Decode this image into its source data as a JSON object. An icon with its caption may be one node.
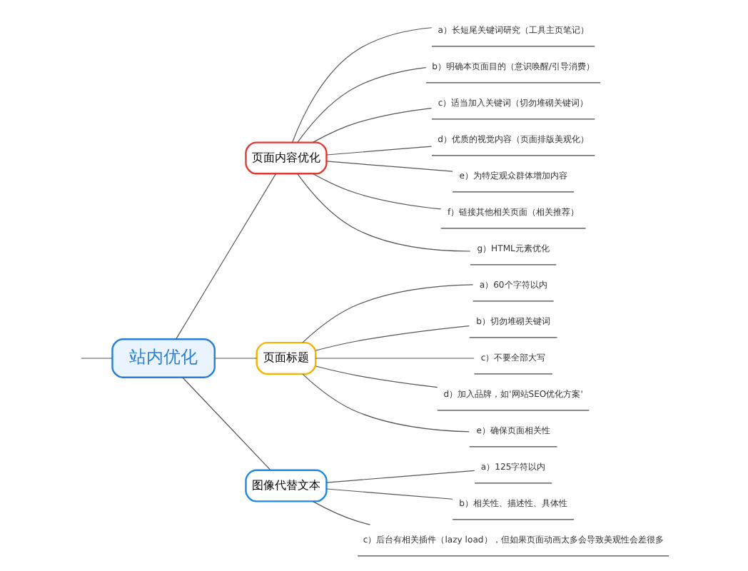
{
  "diagram": {
    "nodes": [
      {
        "text": [
          "站内优化"
        ]
      },
      {
        "text": [
          "页面内容优化"
        ]
      },
      {
        "text": [
          "a）长短尾关键词研究（工具主页笔记）"
        ]
      },
      {
        "text": [
          "b）明确本页面目的（意识唤醒/引导消费）"
        ]
      },
      {
        "text": [
          "c）适当加入关键词（切勿堆砌关键词）"
        ]
      },
      {
        "text": [
          "d）优质的视觉内容（页面排版美观化）"
        ]
      },
      {
        "text": [
          "e）为特定观众群体增加内容"
        ]
      },
      {
        "text": [
          "f）链接其他相关页面（相关推荐）"
        ]
      },
      {
        "text": [
          "g）HTML元素优化"
        ]
      },
      {
        "text": [
          "页面标题"
        ]
      },
      {
        "text": [
          "a）60个字符以内"
        ]
      },
      {
        "text": [
          "b）切勿堆砌关键词"
        ]
      },
      {
        "text": [
          "c）不要全部大写"
        ]
      },
      {
        "text": [
          "d）加入品牌，如'网站SEO优化方案'"
        ]
      },
      {
        "text": [
          "e）确保页面相关性"
        ]
      },
      {
        "text": [
          "图像代替文本"
        ]
      },
      {
        "text": [
          "a）125字符以内"
        ]
      },
      {
        "text": [
          "b）相关性、描述性、具体性"
        ]
      },
      {
        "text": [
          "c）后台有相关插件（lazy load），但如果页面动画太多会导致美观性会差很多"
        ]
      }
    ],
    "edges": [
      {
        "from": null,
        "to": 0,
        "arrow": "none"
      },
      {
        "from": 0,
        "to": 1,
        "arrow": "none"
      },
      {
        "from": 1,
        "to": 2,
        "arrow": "none"
      },
      {
        "from": 1,
        "to": 3,
        "arrow": "none"
      },
      {
        "from": 1,
        "to": 4,
        "arrow": "none"
      },
      {
        "from": 1,
        "to": 5,
        "arrow": "none"
      },
      {
        "from": 1,
        "to": 6,
        "arrow": "none"
      },
      {
        "from": 1,
        "to": 7,
        "arrow": "none"
      },
      {
        "from": 1,
        "to": 8,
        "arrow": "none"
      },
      {
        "from": 0,
        "to": 9,
        "arrow": "none"
      },
      {
        "from": 9,
        "to": 10,
        "arrow": "none"
      },
      {
        "from": 9,
        "to": 11,
        "arrow": "none"
      },
      {
        "from": 9,
        "to": 12,
        "arrow": "none"
      },
      {
        "from": 9,
        "to": 13,
        "arrow": "none"
      },
      {
        "from": 9,
        "to": 14,
        "arrow": "none"
      },
      {
        "from": 0,
        "to": 15,
        "arrow": "none"
      },
      {
        "from": 15,
        "to": 16,
        "arrow": "none"
      },
      {
        "from": 15,
        "to": 17,
        "arrow": "none"
      },
      {
        "from": 15,
        "to": 18,
        "arrow": "none"
      }
    ]
  }
}
